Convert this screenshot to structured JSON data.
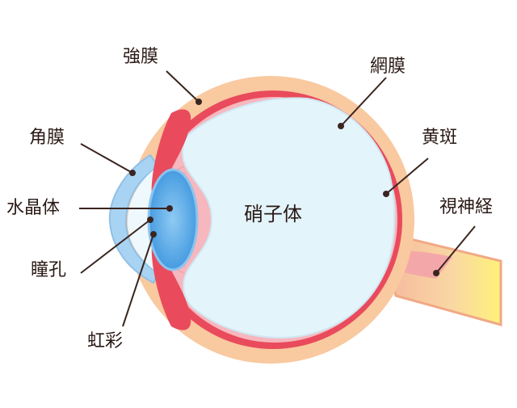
{
  "labels": {
    "sclera": "強膜",
    "retina": "網膜",
    "cornea": "角膜",
    "macula": "黄斑",
    "lens": "水晶体",
    "vitreous": "硝子体",
    "optic_nerve": "視神経",
    "pupil": "瞳孔",
    "iris": "虹彩"
  },
  "colors": {
    "sclera": "#f9c9a0",
    "choroid": "#e94b5c",
    "retina": "#f6b7be",
    "vitreous": "#e3f4fb",
    "cornea": "#a9d3f2",
    "lens": "#4fa6e6",
    "optic_nerve": "#f5b69e",
    "nerve_tip": "#fff27a",
    "leader": "#3a2520"
  }
}
